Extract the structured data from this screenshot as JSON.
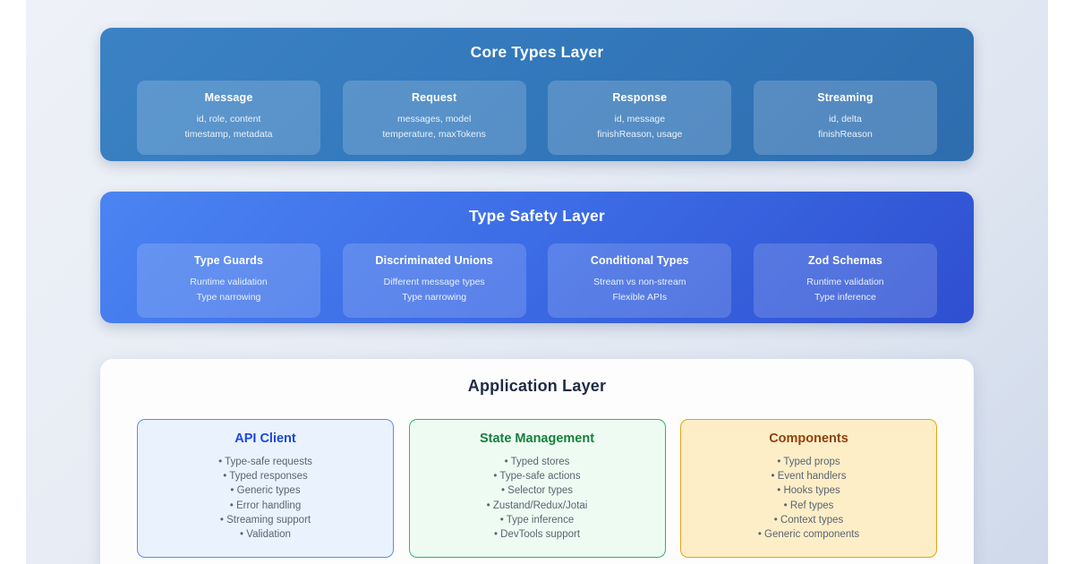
{
  "page": {
    "background_start": "#eef1f7",
    "background_end": "#cfd9ea"
  },
  "layers": [
    {
      "id": "core",
      "title": "Core Types Layer",
      "accent": "#3379bc",
      "cards": [
        {
          "title": "Message",
          "lines": [
            "id, role, content",
            "timestamp, metadata"
          ]
        },
        {
          "title": "Request",
          "lines": [
            "messages, model",
            "temperature, maxTokens"
          ]
        },
        {
          "title": "Response",
          "lines": [
            "id, message",
            "finishReason, usage"
          ]
        },
        {
          "title": "Streaming",
          "lines": [
            "id, delta",
            "finishReason"
          ]
        }
      ]
    },
    {
      "id": "safety",
      "title": "Type Safety Layer",
      "accent": "#3c6ce6",
      "cards": [
        {
          "title": "Type Guards",
          "lines": [
            "Runtime validation",
            "Type narrowing"
          ]
        },
        {
          "title": "Discriminated Unions",
          "lines": [
            "Different message types",
            "Type narrowing"
          ]
        },
        {
          "title": "Conditional Types",
          "lines": [
            "Stream vs non-stream",
            "Flexible APIs"
          ]
        },
        {
          "title": "Zod Schemas",
          "lines": [
            "Runtime validation",
            "Type inference"
          ]
        }
      ]
    }
  ],
  "application": {
    "title": "Application Layer",
    "title_color": "#1f2b44",
    "cards": [
      {
        "title": "API Client",
        "theme": "blue",
        "border_color": "#5a8ee8",
        "fill_color": "#eaf2fe",
        "title_color": "#1b47d8",
        "lines": [
          "• Type-safe requests",
          "• Typed responses",
          "• Generic types",
          "• Error handling",
          "• Streaming support",
          "• Validation"
        ]
      },
      {
        "title": "State Management",
        "theme": "green",
        "border_color": "#34b36d",
        "fill_color": "#eefbf2",
        "title_color": "#15803d",
        "lines": [
          "• Typed stores",
          "• Type-safe actions",
          "• Selector types",
          "• Zustand/Redux/Jotai",
          "• Type inference",
          "• DevTools support"
        ]
      },
      {
        "title": "Components",
        "theme": "amber",
        "border_color": "#e8a317",
        "fill_color": "#fdeec7",
        "title_color": "#92400e",
        "lines": [
          "• Typed props",
          "• Event handlers",
          "• Hooks types",
          "• Ref types",
          "• Context types",
          "• Generic components"
        ]
      }
    ]
  }
}
